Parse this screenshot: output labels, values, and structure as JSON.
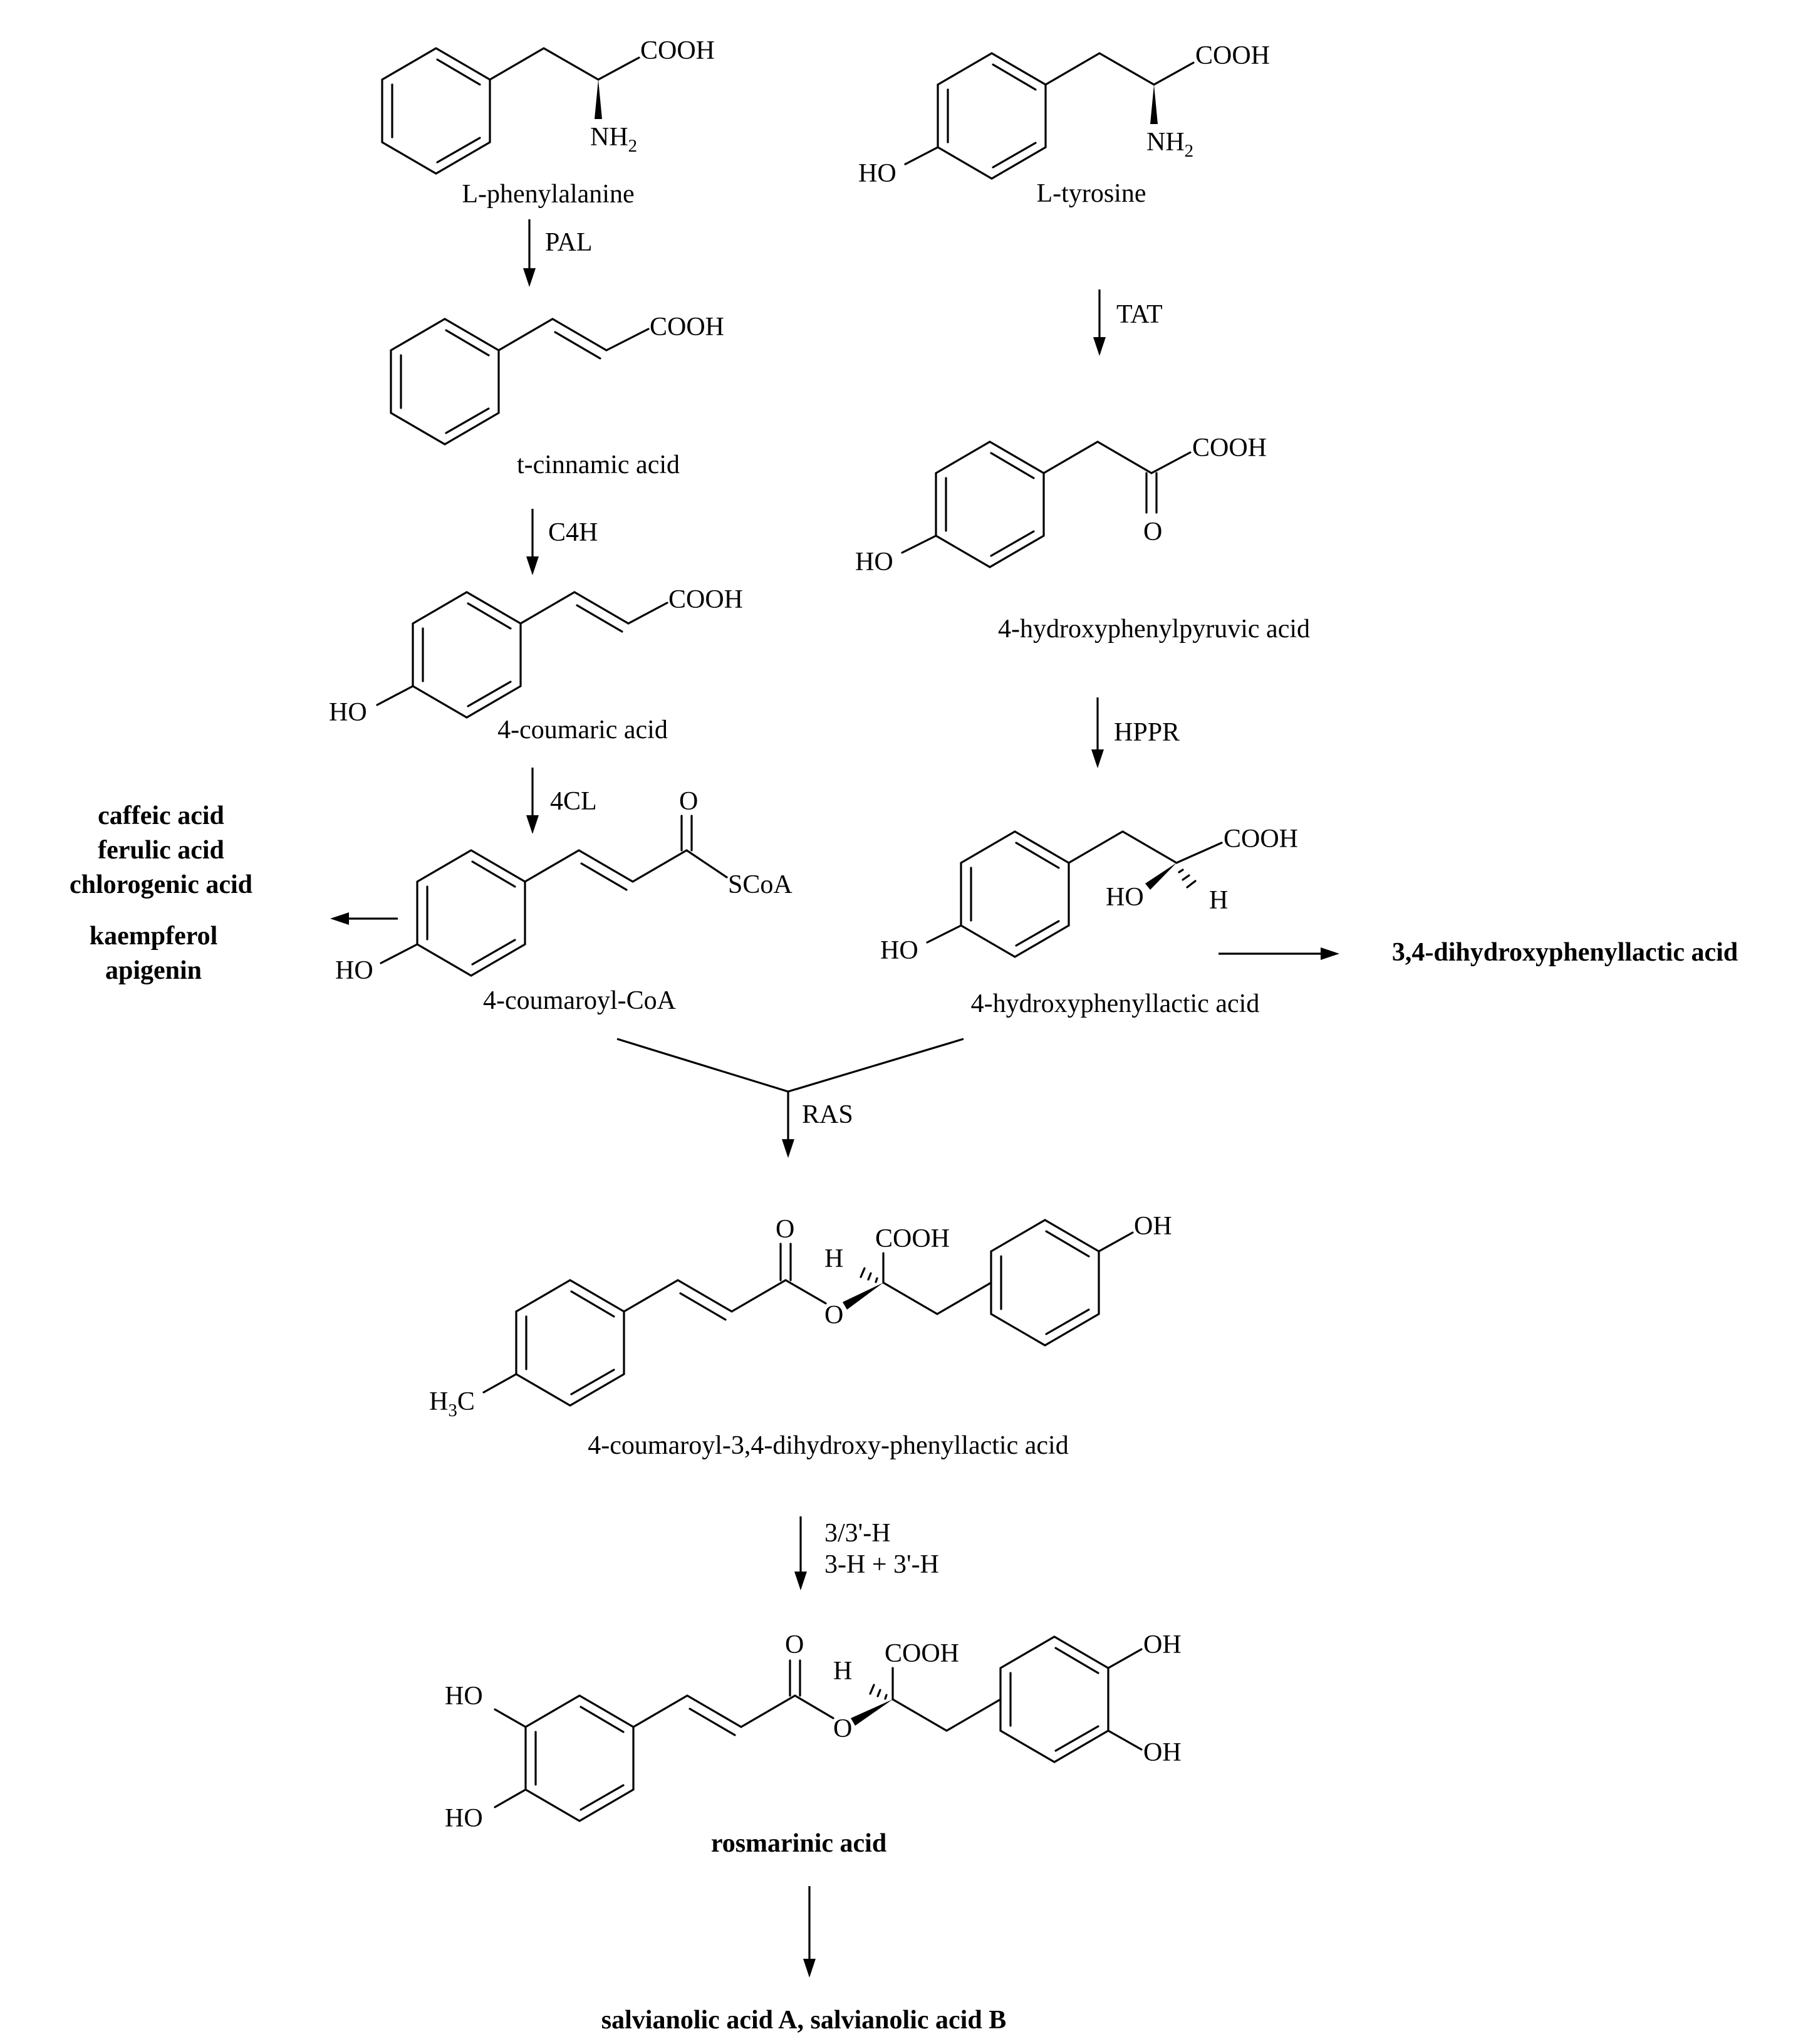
{
  "compounds": {
    "phenylalanine": "L-phenylalanine",
    "tyrosine": "L-tyrosine",
    "cinnamic": "t-cinnamic acid",
    "coumaric": "4-coumaric acid",
    "coumaroyl_coa": "4-coumaroyl-CoA",
    "hppa": "4-hydroxyphenylpyruvic acid",
    "hpla": "4-hydroxyphenyllactic acid",
    "intermediate": "4-coumaroyl-3,4-dihydroxy-phenyllactic acid",
    "rosmarinic": "rosmarinic acid",
    "salvianolic": "salvianolic acid A, salvianolic acid B",
    "dhpla": "3,4-dihydroxyphenyllactic acid"
  },
  "enzymes": {
    "pal": "PAL",
    "c4h": "C4H",
    "fourcl": "4CL",
    "tat": "TAT",
    "hppr": "HPPR",
    "ras": "RAS",
    "hydroxylase_1": "3/3'-H",
    "hydroxylase_2": "3-H + 3'-H"
  },
  "side_products": [
    "caffeic acid",
    "ferulic acid",
    "chlorogenic acid",
    "kaempferol",
    "apigenin"
  ],
  "atoms": {
    "cooh": "COOH",
    "nh": "NH",
    "two": "2",
    "three": "3",
    "ho": "HO",
    "oh": "OH",
    "o": "O",
    "h": "H",
    "scoa": "SCoA"
  }
}
